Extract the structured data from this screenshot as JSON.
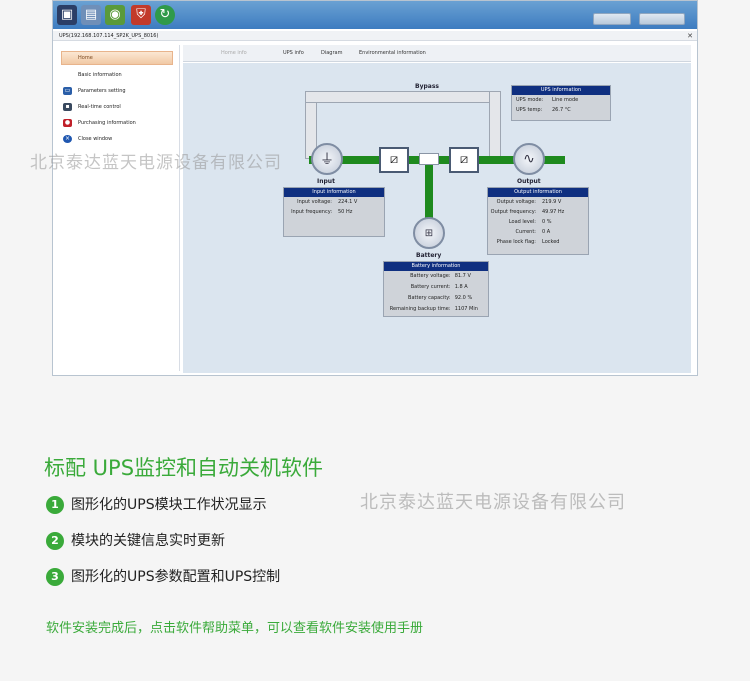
{
  "window": {
    "path": "UPS(192.168.107.114_SP2K_UPS_8016)",
    "toolbar_icons": [
      "monitor-icon",
      "settings-icon",
      "refresh-icon",
      "shield-icon",
      "update-icon"
    ]
  },
  "sidebar": {
    "home_label": "Home",
    "items": [
      {
        "icon": "info-icon",
        "label": "Basic information"
      },
      {
        "icon": "parameters-icon",
        "label": "Parameters setting"
      },
      {
        "icon": "control-icon",
        "label": "Real-time control"
      },
      {
        "icon": "purchase-icon",
        "label": "Purchasing information"
      },
      {
        "icon": "close-window-icon",
        "label": "Close window"
      }
    ]
  },
  "tabs": [
    "Home info",
    "UPS info",
    "Diagram",
    "Environmental information"
  ],
  "diagram": {
    "bypass_label": "Bypass",
    "input_label": "Input",
    "output_label": "Output",
    "battery_label": "Battery",
    "ups_info": {
      "title": "UPS information",
      "rows": [
        {
          "k": "UPS mode:",
          "v": "Line mode"
        },
        {
          "k": "UPS temp:",
          "v": "26.7 °C"
        }
      ]
    },
    "input_info": {
      "title": "Input information",
      "rows": [
        {
          "k": "Input voltage:",
          "v": "224.1 V"
        },
        {
          "k": "Input frequency:",
          "v": "50 Hz"
        }
      ]
    },
    "output_info": {
      "title": "Output information",
      "rows": [
        {
          "k": "Output voltage:",
          "v": "219.9 V"
        },
        {
          "k": "Output frequency:",
          "v": "49.97 Hz"
        },
        {
          "k": "Load level:",
          "v": "0 %"
        },
        {
          "k": "Current:",
          "v": "0 A"
        },
        {
          "k": "Phase lock flag:",
          "v": "Locked"
        }
      ]
    },
    "battery_info": {
      "title": "Battery information",
      "rows": [
        {
          "k": "Battery voltage:",
          "v": "81.7 V"
        },
        {
          "k": "Battery current:",
          "v": "1.8 A"
        },
        {
          "k": "Battery capacity:",
          "v": "92.0 %"
        },
        {
          "k": "Remaining backup time:",
          "v": "1107 Min"
        }
      ]
    }
  },
  "watermark": "北京泰达蓝天电源设备有限公司",
  "promo": {
    "heading": "标配 UPS监控和自动关机软件",
    "features": [
      {
        "num": "1",
        "text": "图形化的UPS模块工作状况显示"
      },
      {
        "num": "2",
        "text": "模块的关键信息实时更新"
      },
      {
        "num": "3",
        "text": "图形化的UPS参数配置和UPS控制"
      }
    ],
    "note": "软件安装完成后，点击软件帮助菜单，可以查看软件安装使用手册"
  },
  "colors": {
    "accent_green": "#3aaa3a",
    "panel_header": "#0f2f80",
    "power_line": "#1e8a1e"
  }
}
